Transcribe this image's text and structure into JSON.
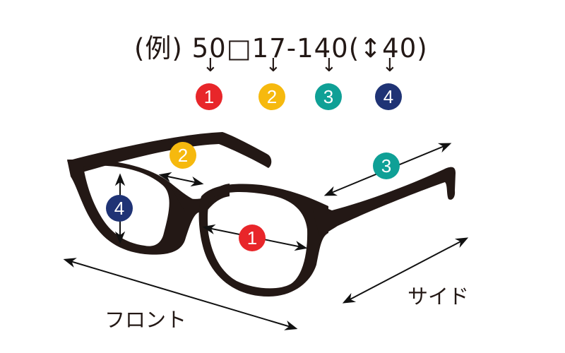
{
  "example": {
    "prefix": "(例)",
    "lens_width": "50",
    "box_symbol": "□",
    "bridge_width": "17",
    "dash": "-",
    "temple_length": "140",
    "lens_height_group": "(↕40)",
    "full_text": "(例) 50□17-140(↕40)"
  },
  "down_arrow_glyph": "↓",
  "badges": [
    {
      "number": "1",
      "meaning": "lens width",
      "color": "#e8262a"
    },
    {
      "number": "2",
      "meaning": "bridge width",
      "color": "#f6b90e"
    },
    {
      "number": "3",
      "meaning": "temple length",
      "color": "#0fa096"
    },
    {
      "number": "4",
      "meaning": "lens height",
      "color": "#1f3375"
    }
  ],
  "labels": {
    "front": "フロント",
    "side": "サイド"
  },
  "colors": {
    "frame": "#231815",
    "arrow": "#111111",
    "background": "#ffffff"
  }
}
